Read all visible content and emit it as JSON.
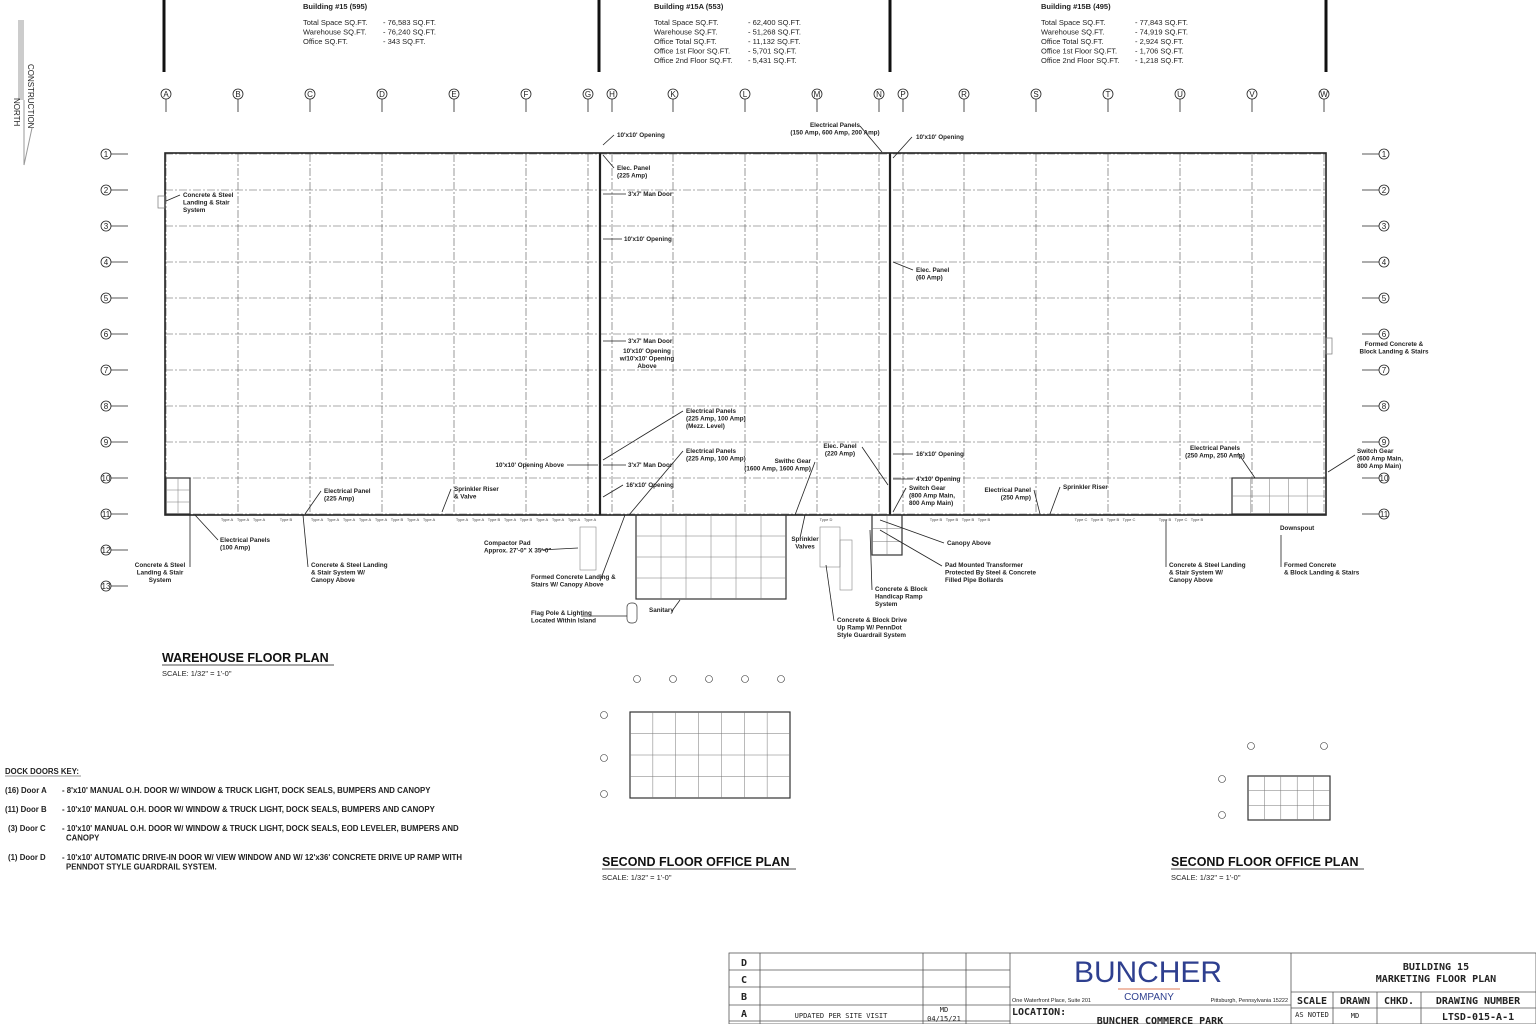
{
  "buildings": [
    {
      "title": "Building #15 (595)",
      "rows": [
        [
          "Total Space SQ.FT.",
          "- 76,583 SQ.FT."
        ],
        [
          "Warehouse SQ.FT.",
          "- 76,240 SQ.FT."
        ],
        [
          "Office SQ.FT.",
          "-      343 SQ.FT."
        ]
      ]
    },
    {
      "title": "Building #15A (553)",
      "rows": [
        [
          "Total Space SQ.FT.",
          "- 62,400 SQ.FT."
        ],
        [
          "Warehouse SQ.FT.",
          "- 51,268 SQ.FT."
        ],
        [
          "Office Total SQ.FT.",
          "- 11,132 SQ.FT."
        ],
        [
          "Office 1st Floor SQ.FT.",
          "-   5,701 SQ.FT."
        ],
        [
          "Office 2nd Floor SQ.FT.",
          "-   5,431 SQ.FT."
        ]
      ]
    },
    {
      "title": "Building #15B (495)",
      "rows": [
        [
          "Total Space SQ.FT.",
          "- 77,843 SQ.FT."
        ],
        [
          "Warehouse SQ.FT.",
          "- 74,919 SQ.FT."
        ],
        [
          "Office Total SQ.FT.",
          "-   2,924 SQ.FT."
        ],
        [
          "Office 1st Floor SQ.FT.",
          "-   1,706 SQ.FT."
        ],
        [
          "Office 2nd Floor SQ.FT.",
          "-   1,218 SQ.FT."
        ]
      ]
    }
  ],
  "north_arrow": {
    "line1": "CONSTRUCTION",
    "line2": "NORTH"
  },
  "grid_columns": [
    "A",
    "B",
    "C",
    "D",
    "E",
    "F",
    "G",
    "H",
    "K",
    "L",
    "M",
    "N",
    "P",
    "R",
    "S",
    "T",
    "U",
    "V",
    "W"
  ],
  "grid_rows": [
    "1",
    "2",
    "3",
    "4",
    "5",
    "6",
    "7",
    "8",
    "9",
    "10",
    "11",
    "12",
    "13"
  ],
  "annotations": [
    [
      "10'x10' Opening"
    ],
    [
      "Elec. Panel",
      "(225 Amp)"
    ],
    [
      "3'x7' Man Door"
    ],
    [
      "10'x10' Opening"
    ],
    [
      "Electrical Panels",
      "(150 Amp, 600 Amp, 200 Amp)"
    ],
    [
      "10'x10' Opening"
    ],
    [
      "Elec. Panel",
      "(60 Amp)"
    ],
    [
      "3'x7' Man Door"
    ],
    [
      "10'x10' Opening",
      "w/10'x10' Opening",
      "Above"
    ],
    [
      "Electrical Panels",
      "(225 Amp, 100 Amp)",
      "(Mezz. Level)"
    ],
    [
      "Electrical Panels",
      "(225 Amp, 100 Amp)"
    ],
    [
      "10'x10' Opening Above"
    ],
    [
      "3'x7' Man Door"
    ],
    [
      "16'x10' Opening"
    ],
    [
      "Swithc Gear",
      "(1600 Amp, 1600 Amp)"
    ],
    [
      "Elec. Panel",
      "(220 Amp)"
    ],
    [
      "16'x10' Opening"
    ],
    [
      "4'x10' Opening"
    ],
    [
      "Switch Gear",
      "(800 Amp Main,",
      "800 Amp Main)"
    ],
    [
      "Electrical Panel",
      "(225 Amp)"
    ],
    [
      "Sprinkler Riser",
      "& Valve"
    ],
    [
      "Electrical Panels",
      "(100 Amp)"
    ],
    [
      "Concrete & Steel",
      "Landing & Stair",
      "System"
    ],
    [
      "Concrete & Steel Landing",
      "& Stair System W/",
      "Canopy Above"
    ],
    [
      "Compactor Pad",
      "Approx. 27'-0\" X 35'-0\""
    ],
    [
      "Formed Concrete Landing &",
      "Stairs W/ Canopy Above"
    ],
    [
      "Flag Pole & Lighting",
      "Located Within Island"
    ],
    [
      "Sanitary"
    ],
    [
      "Sprinkler",
      "Valves"
    ],
    [
      "Canopy Above"
    ],
    [
      "Pad Mounted Transformer",
      "Protected By Steel & Concrete",
      "Filled Pipe Bollards"
    ],
    [
      "Concrete & Block",
      "Handicap Ramp",
      "System"
    ],
    [
      "Concrete & Block Drive",
      "Up Ramp W/ PennDot",
      "Style Guardrail System"
    ],
    [
      "Electrical Panel",
      "(250 Amp)"
    ],
    [
      "Sprinkler Riser"
    ],
    [
      "Electrical Panels",
      "(250 Amp, 250 Amp)"
    ],
    [
      "Switch Gear",
      "(600 Amp Main,",
      "800 Amp Main)"
    ],
    [
      "Downspout"
    ],
    [
      "Concrete & Steel Landing",
      "& Stair System W/",
      "Canopy Above"
    ],
    [
      "Formed Concrete",
      "& Block Landing & Stairs"
    ],
    [
      "Concrete & Steel",
      "Landing & Stair",
      "System"
    ],
    [
      "Formed Concrete &",
      "Block Landing & Stairs"
    ]
  ],
  "dock_doors": [
    "Type A",
    "Type A",
    "Type A",
    "Type B",
    "Type A",
    "Type A",
    "Type A",
    "Type A",
    "Type A",
    "Type B",
    "Type A",
    "Type A",
    "Type A",
    "Type A",
    "Type B",
    "Type A",
    "Type B",
    "Type A",
    "Type A",
    "Type A",
    "Type A",
    "Type D",
    "Type B",
    "Type B",
    "Type B",
    "Type B",
    "Type C",
    "Type B",
    "Type B",
    "Type C",
    "Type B",
    "Type C",
    "Type B"
  ],
  "plans": {
    "warehouse": {
      "title": "WAREHOUSE FLOOR PLAN",
      "scale": "SCALE: 1/32\" = 1'-0\""
    },
    "office_a": {
      "title": "SECOND FLOOR OFFICE PLAN",
      "scale": "SCALE: 1/32\" = 1'-0\""
    },
    "office_b": {
      "title": "SECOND FLOOR OFFICE PLAN",
      "scale": "SCALE: 1/32\" = 1'-0\""
    }
  },
  "dock_key": {
    "title": "DOCK DOORS KEY:",
    "items": [
      {
        "label": "(16) Door A",
        "desc": [
          "- 8'x10' MANUAL O.H. DOOR W/ WINDOW & TRUCK LIGHT, DOCK SEALS, BUMPERS AND CANOPY"
        ]
      },
      {
        "label": "(11) Door B",
        "desc": [
          "- 10'x10' MANUAL O.H. DOOR W/ WINDOW & TRUCK LIGHT, DOCK SEALS, BUMPERS AND CANOPY"
        ]
      },
      {
        "label": "(3) Door C",
        "desc": [
          "- 10'x10' MANUAL O.H. DOOR W/ WINDOW & TRUCK LIGHT, DOCK SEALS, EOD LEVELER, BUMPERS AND",
          "CANOPY"
        ]
      },
      {
        "label": "(1) Door D",
        "desc": [
          "- 10'x10' AUTOMATIC DRIVE-IN DOOR W/ VIEW WINDOW AND W/ 12'x36' CONCRETE DRIVE UP RAMP WITH",
          "PENNDOT STYLE GUARDRAIL SYSTEM."
        ]
      }
    ]
  },
  "title_block": {
    "revisions": [
      {
        "mark": "D",
        "desc": "",
        "by": ""
      },
      {
        "mark": "C",
        "desc": "",
        "by": ""
      },
      {
        "mark": "B",
        "desc": "",
        "by": ""
      },
      {
        "mark": "A",
        "desc": "UPDATED PER SITE VISIT",
        "by": "MD",
        "date": "04/15/21"
      }
    ],
    "company": "BUNCHER",
    "company_sub": "COMPANY",
    "address_left": "One Waterfront Place, Suite 201",
    "address_right": "Pittsburgh, Pennsylvania 15222",
    "location_label": "LOCATION:",
    "location": "BUNCHER COMMERCE PARK",
    "sheet_title_1": "BUILDING 15",
    "sheet_title_2": "MARKETING FLOOR PLAN",
    "headers": {
      "scale": "SCALE",
      "drawn": "DRAWN",
      "chkd": "CHKD.",
      "number": "DRAWING NUMBER"
    },
    "values": {
      "scale": "AS NOTED",
      "drawn": "MD",
      "chkd": "",
      "number": "LTSD-015-A-1"
    },
    "brand_color": "#2e3f8f",
    "accent_color": "#e07a55"
  }
}
